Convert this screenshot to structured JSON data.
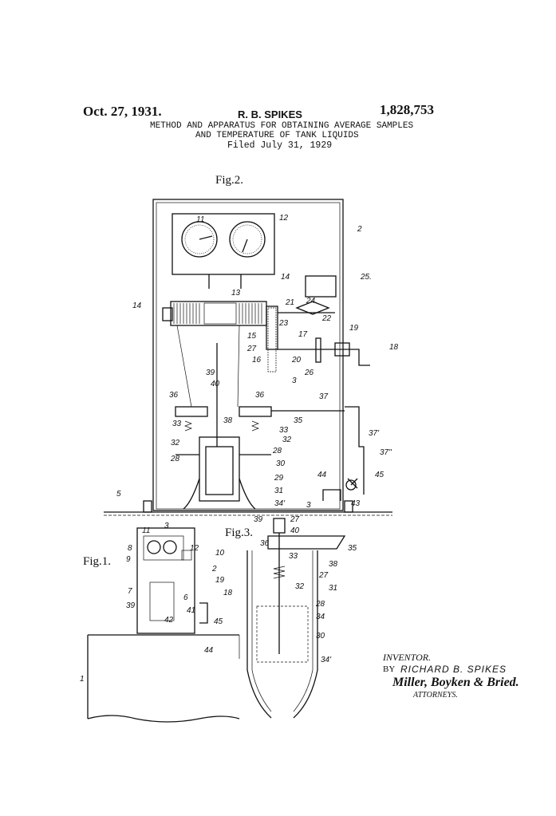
{
  "header": {
    "date": "Oct. 27, 1931.",
    "inventor": "R. B. SPIKES",
    "patent_number": "1,828,753",
    "title_line1": "METHOD AND APPARATUS FOR OBTAINING AVERAGE SAMPLES",
    "title_line2": "AND TEMPERATURE OF TANK LIQUIDS",
    "filed": "Filed July 31, 1929"
  },
  "figures": {
    "fig1": "Fig.1.",
    "fig2": "Fig.2.",
    "fig3": "Fig.3."
  },
  "fig2_labels": [
    "11",
    "12",
    "2",
    "13",
    "14",
    "14",
    "25.",
    "21",
    "24",
    "22",
    "23",
    "15",
    "17",
    "19",
    "18",
    "27",
    "16",
    "20",
    "26",
    "39",
    "40",
    "36",
    "36",
    "3",
    "37",
    "35",
    "33",
    "33",
    "38",
    "32",
    "32",
    "28",
    "28",
    "30",
    "29",
    "37'",
    "37''",
    "31",
    "34'",
    "44",
    "45",
    "43",
    "3",
    "5",
    "3"
  ],
  "fig1_labels": [
    "11",
    "8",
    "12",
    "9",
    "10",
    "2",
    "19",
    "18",
    "7",
    "6",
    "41",
    "39",
    "42",
    "45",
    "44",
    "1"
  ],
  "fig3_labels": [
    "39",
    "27",
    "40",
    "36",
    "35",
    "33",
    "38",
    "27",
    "32",
    "31",
    "28",
    "34",
    "30",
    "34'"
  ],
  "signature": {
    "heading": "INVENTOR.",
    "name": "RICHARD B. SPIKES",
    "by": "BY",
    "attorneys_sig": "Miller, Boyken & Bried.",
    "attorneys": "ATTORNEYS."
  }
}
